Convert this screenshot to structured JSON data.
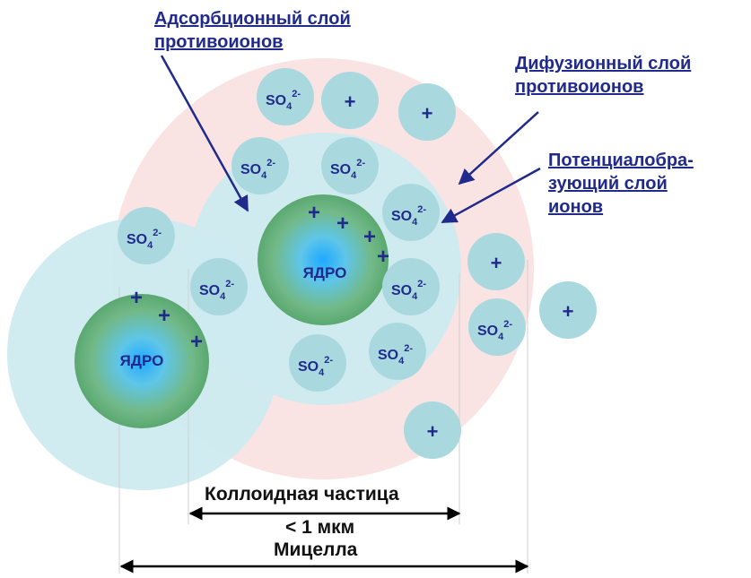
{
  "labels": {
    "adsorption": [
      "Адсорбционный слой",
      "противоионов"
    ],
    "diffusion": [
      "Дифузионный слой",
      "противоионов"
    ],
    "potential": [
      "Потенциалобра-",
      "зующий слой",
      "ионов"
    ]
  },
  "core_label": "ЯДРО",
  "ions": {
    "plus": "+",
    "sulfate_base": "SO",
    "sulfate_sub": "4",
    "sulfate_charge": "2-"
  },
  "measurements": {
    "colloid_particle": "Коллоидная частица",
    "size": "< 1 мкм",
    "micelle": "Мицелла"
  },
  "colors": {
    "text_blue": "#1f2a8c",
    "ion_fill": "#a9d9df",
    "layer_fill": "#cdebf0",
    "pink_diffuse": "#f8dcdc",
    "core_outer": "#5aa870",
    "core_center": "#2aa8ff"
  }
}
